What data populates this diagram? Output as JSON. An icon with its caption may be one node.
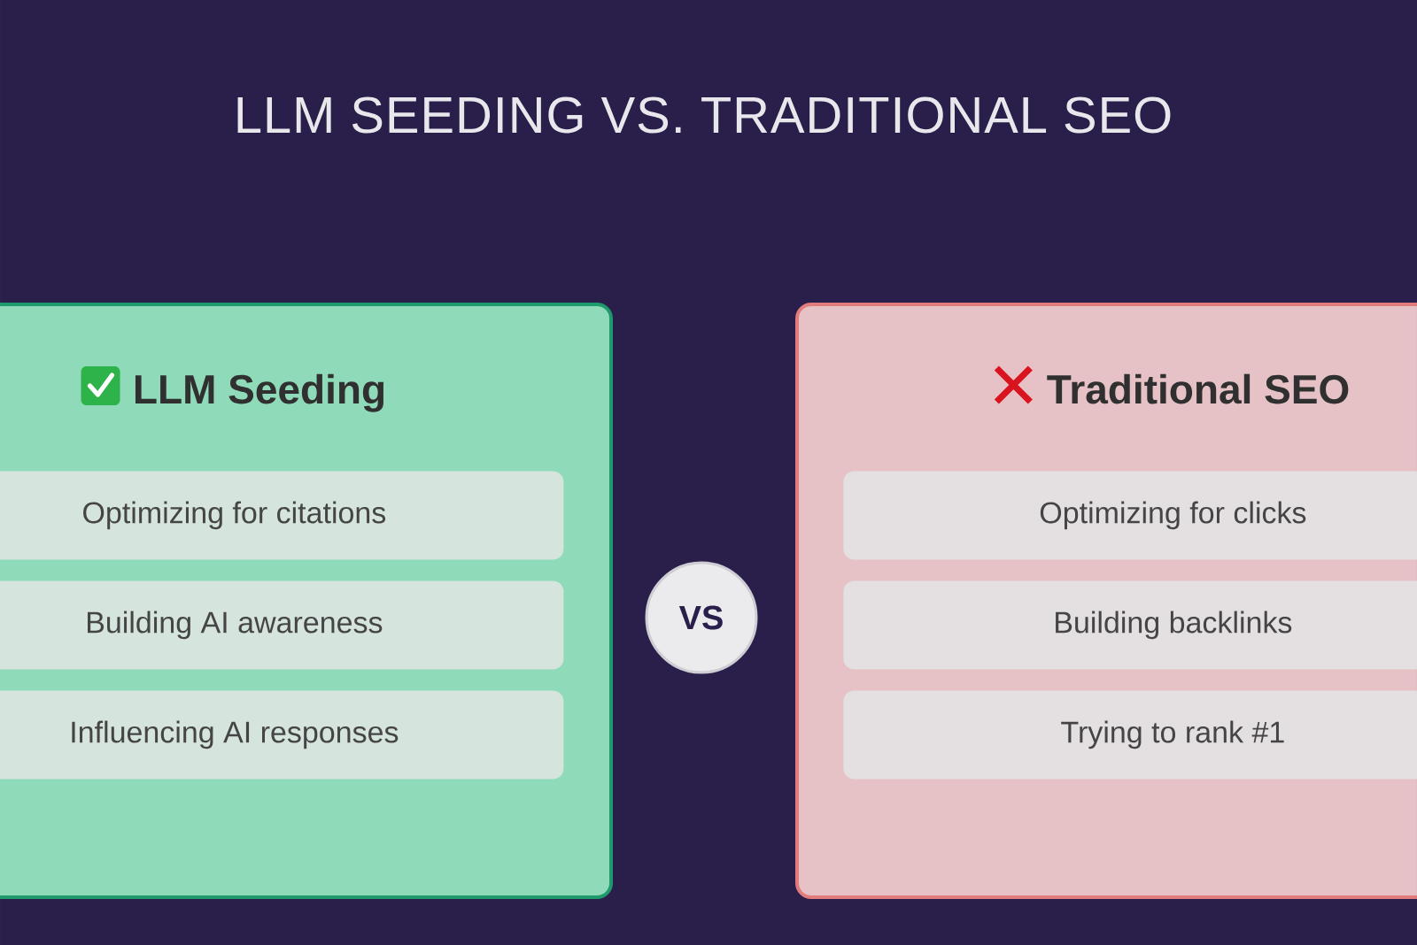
{
  "diagram": {
    "title": "LLM SEEDING VS. TRADITIONAL SEO",
    "nodes": [
      {
        "text": [
          "LLM Seeding"
        ]
      },
      {
        "text": [
          "Optimizing for citations"
        ],
        "in": 0
      },
      {
        "text": [
          "Building AI awareness"
        ],
        "in": 0
      },
      {
        "text": [
          "Influencing AI responses"
        ],
        "in": 0
      },
      {
        "text": [
          "VS"
        ]
      },
      {
        "text": [
          "Traditional SEO"
        ]
      },
      {
        "text": [
          "Optimizing for clicks"
        ],
        "in": 5
      },
      {
        "text": [
          "Building backlinks"
        ],
        "in": 5
      },
      {
        "text": [
          "Trying to rank #1"
        ],
        "in": 5
      }
    ]
  }
}
